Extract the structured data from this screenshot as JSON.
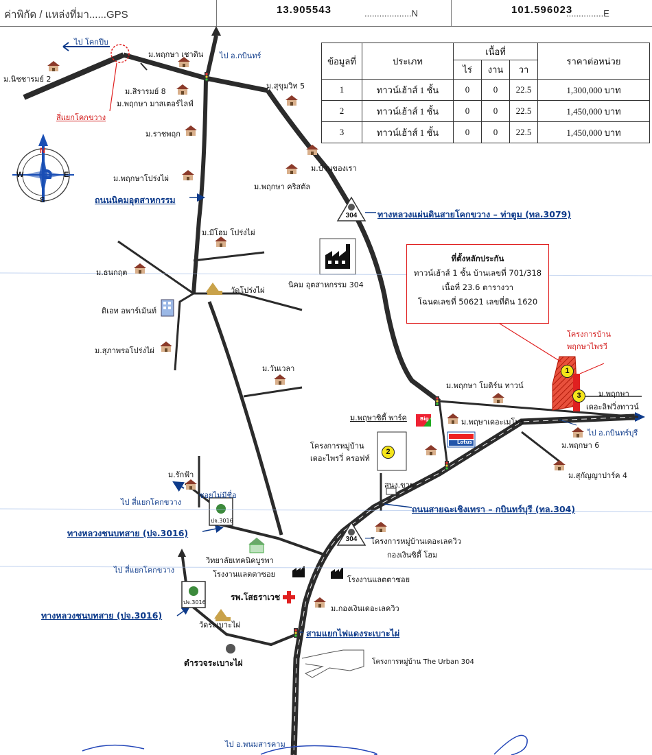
{
  "header": {
    "gps_label": "ค่าพิกัด / แหล่งที่มา......GPS",
    "gps_dots": "..............................",
    "lat_value": "13.905543",
    "lat_dots_pre": ".................................",
    "lat_dots_post": "...................N",
    "lon_value": "101.596023",
    "lon_dots_pre": "...............................",
    "lon_dots_post": "...............E"
  },
  "table": {
    "headers": {
      "no": "ข้อมูลที่",
      "type": "ประเภท",
      "area": "เนื้อที่",
      "rai": "ไร่",
      "ngan": "งาน",
      "wa": "วา",
      "price": "ราคาต่อหน่วย"
    },
    "rows": [
      {
        "no": "1",
        "type": "ทาวน์เฮ้าส์ 1 ชั้น",
        "rai": "0",
        "ngan": "0",
        "wa": "22.5",
        "price": "1,300,000 บาท"
      },
      {
        "no": "2",
        "type": "ทาวน์เฮ้าส์ 1 ชั้น",
        "rai": "0",
        "ngan": "0",
        "wa": "22.5",
        "price": "1,450,000 บาท"
      },
      {
        "no": "3",
        "type": "ทาวน์เฮ้าส์ 1 ชั้น",
        "rai": "0",
        "ngan": "0",
        "wa": "22.5",
        "price": "1,450,000 บาท"
      }
    ]
  },
  "infobox": {
    "title": "ที่ตั้งหลักประกัน",
    "line1": "ทาวน์เฮ้าส์ 1 ชั้น บ้านเลขที่ 701/318",
    "line2": "เนื้อที่ 23.6 ตารางวา",
    "line3": "โฉนดเลขที่ 50621 เลขที่ดิน 1620"
  },
  "compass": {
    "n": "N",
    "s": "S",
    "e": "E",
    "w": "W"
  },
  "markers": {
    "m1": "1",
    "m2": "2",
    "m3": "3"
  },
  "signs": {
    "hwy304_top": "304",
    "hwy304_bottom": "304",
    "pj3016_a": "ปจ.3016",
    "pj3016_b": "ปจ.3016"
  },
  "labels": {
    "to_khokpip": "ไป โคกปีบ",
    "m_nichar2": "ม.นิชชารมย์ 2",
    "m_phruksa_chaden": "ม.พฤกษา เชาดิน",
    "to_kabinburi_top": "ไป อ.กบินทร์",
    "m_sirarom8": "ม.สิรารมย์ 8",
    "m_phruksa_master": "ม.พฤกษา มาสเตอร์ไลฟ์",
    "m_sukhumvit5": "ม.สุขุมวิท 5",
    "junction_khokkhwang": "สี่แยกโคกขวาง",
    "m_ratchaphruk": "ม.ราชพฤก",
    "m_baanchongrao": "ม.บ้านของเรา",
    "m_phruksa_crystal": "ม.พฤกษา คริสตัล",
    "m_phruksa_prongphai": "ม.พฤกษาโปร่งไผ่",
    "industrial_road": "ถนนนิคมอุตสาหกรรม",
    "highway_3079": "ทางหลวงแผ่นดินสายโคกขวาง – ท่าตูม (ทล.3079)",
    "m_mihome": "ม.มีโฮม โปร่งไผ่",
    "industrial_estate": "นิคม อุตสาหกรรม 304",
    "m_thanakrit": "ม.ธนกฤต",
    "wat_prongphai": "วัดโปร่งไผ่",
    "de_apartment": "ดิเอท อพาร์เม้นท์",
    "m_suparot": "ม.สุภาพรอโปร่งไผ่",
    "project_phruksa_l1": "โครงการบ้าน",
    "project_phruksa_l2": "พฤกษาไพรวี",
    "m_wanwela": "ม.วันเวลา",
    "m_phruksa_modern": "ม.พฤกษา โมดิร์น ทาวน์",
    "m_phruksa_right_l1": "ม.พฤกษา",
    "m_phruksa_right_l2": "เดอะลิฟวิ่งทาวน์",
    "m_phruksa_city_park": "ม.พฤษาซิตี้ พาร์ค",
    "big_c": "Big C",
    "m_phruksa_metro": "ม.พฤษาเดอะเมโทร",
    "to_kabinburi_right": "ไป อ.กบินทร์บุรี",
    "m_phruksa6": "ม.พฤกษา 6",
    "tesco_lotus": "Lotus",
    "project_prai_l1": "โครงการหมู่บ้าน",
    "project_prai_l2": "เดอะไพรวี่ ครอฟท์",
    "m_sukanya": "ม.สุกัญญาปาร์ค 4",
    "m_rakfa": "ม.รักฟ้า",
    "unnamed_soi": "ซอยไม่มีชื่อ",
    "to_khokkhwang_1": "ไป สี่แยกโคกขวาง",
    "police_booth": "สนง.ขาย",
    "road_304": "ถนนสายฉะเชิงเทรา – กบินทร์บุรี (ทล.304)",
    "highway_3016_a": "ทางหลวงชนบทสาย (ปจ.3016)",
    "project_lake_l1": "โครงการหมู่บ้านเดอะเลควิว",
    "project_lake_l2": "กองเงินซิตี้ โฮม",
    "burapha_tech": "วิทยาลัยเทคนิคบูรพา",
    "sawmill_1": "โรงงานแลตตาซอย",
    "sawmill_2": "โรงงานแลตตาซอย",
    "to_khokkhwang_2": "ไป สี่แยกโคกขวาง",
    "hospital": "รพ.โสธราเวช",
    "m_kongngoen": "ม.กองเงินเดอะเลควิว",
    "highway_3016_b": "ทางหลวงชนบทสาย (ปจ.3016)",
    "wat_rabaephai": "วัดระเบาะไผ่",
    "junction_rabaephai": "สามแยกไฟแดงระเบาะไผ่",
    "project_urban": "โครงการหมู่บ้าน The Urban 304",
    "police_station": "ตำรวจระเบาะไผ่",
    "to_phanomsarakham": "ไป อ.พนมสารคาม"
  },
  "colors": {
    "road": "#2b2b2b",
    "label_blue": "#0d3a8a",
    "accent_red": "#e02020",
    "marker_yellow": "#f5e51a",
    "hatch_red": "#e03a2a"
  }
}
